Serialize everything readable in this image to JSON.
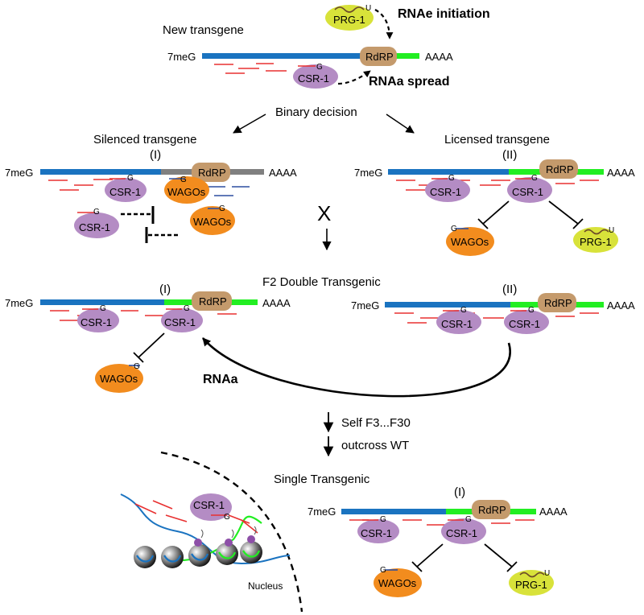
{
  "labels": {
    "new_transgene": "New transgene",
    "rnae_initiation": "RNAe initiation",
    "rnaa_spread": "RNAa spread",
    "binary_decision": "Binary decision",
    "silenced_transgene": "Silenced transgene",
    "licensed_transgene": "Licensed transgene",
    "state_one": "(I)",
    "state_two": "(II)",
    "cross": "X",
    "f2_double": "F2 Double Transgenic",
    "rnaa": "RNAa",
    "self_cross": "Self F3...F30",
    "outcross": "outcross WT",
    "single_transgenic": "Single Transgenic",
    "nucleus": "Nucleus"
  },
  "molecules": {
    "cap": "7meG",
    "polya": "AAAA",
    "rdrp": "RdRP",
    "csr1": "CSR-1",
    "wagos": "WAGOs",
    "prg1": "PRG-1",
    "g": "G",
    "u": "U"
  },
  "colors": {
    "blue_mrna": "#1a73c0",
    "green_mrna": "#22ee22",
    "gray_mrna": "#808080",
    "rdrp": "#c49a6c",
    "csr1": "#b48cc4",
    "wagos": "#f28c1e",
    "prg1": "#d8e23a",
    "small_rna_red": "#e83030",
    "small_rna_blue": "#2d4fa0"
  }
}
